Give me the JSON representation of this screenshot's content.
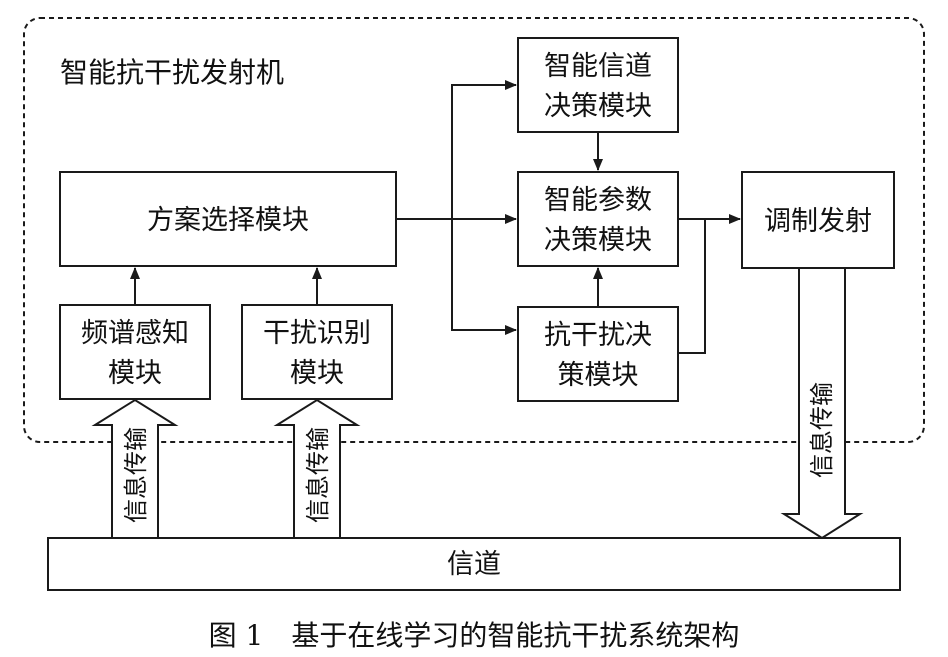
{
  "system_boundary": {
    "label": "智能抗干扰发射机"
  },
  "modules": {
    "scheme_select": {
      "label": "方案选择模块"
    },
    "spectrum_sense": {
      "line1": "频谱感知",
      "line2": "模块"
    },
    "interference_id": {
      "line1": "干扰识别",
      "line2": "模块"
    },
    "channel_decision": {
      "line1": "智能信道",
      "line2": "决策模块"
    },
    "param_decision": {
      "line1": "智能参数",
      "line2": "决策模块"
    },
    "anti_jam_decision": {
      "line1": "抗干扰决",
      "line2": "策模块"
    },
    "modulate_transmit": {
      "label": "调制发射"
    }
  },
  "channel": {
    "label": "信道"
  },
  "transmission_arrows": {
    "left": "信息传输",
    "middle": "信息传输",
    "right": "信息传输"
  },
  "caption": "图 1　基于在线学习的智能抗干扰系统架构"
}
